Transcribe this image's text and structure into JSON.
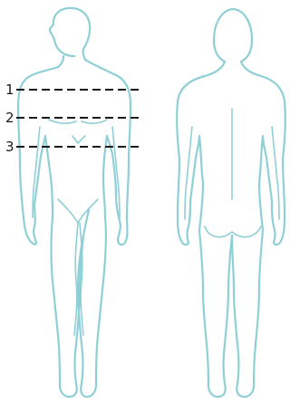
{
  "measurement_lines": [
    {
      "label": "1"
    },
    {
      "label": "2"
    },
    {
      "label": "3"
    }
  ],
  "colors": {
    "outline": "#8fcfd6",
    "line": "#1a1a1a"
  },
  "figures": [
    {
      "view": "front"
    },
    {
      "view": "back"
    }
  ]
}
